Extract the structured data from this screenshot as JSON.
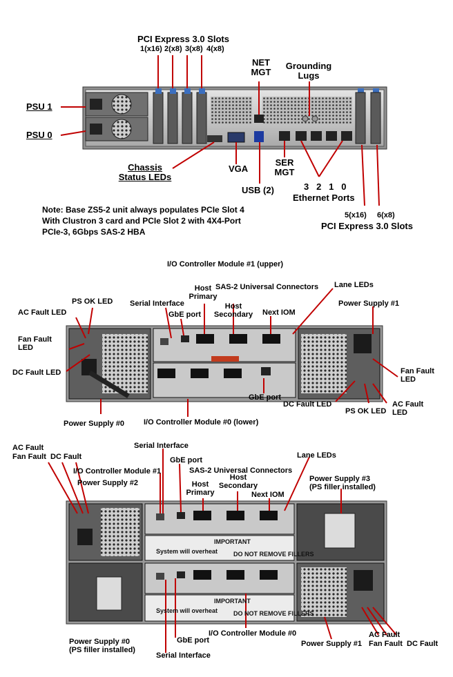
{
  "diagram1": {
    "pcie_top_title": "PCI Express 3.0 Slots",
    "pcie_top_slots": [
      "1(x16)",
      "2(x8)",
      "3(x8)",
      "4(x8)"
    ],
    "net_mgt": [
      "NET",
      "MGT"
    ],
    "grounding_lugs": [
      "Grounding",
      "Lugs"
    ],
    "psu1": "PSU 1",
    "psu0": "PSU 0",
    "chassis_status_leds": [
      "Chassis",
      "Status LEDs"
    ],
    "vga": "VGA",
    "ser_mgt": [
      "SER",
      "MGT"
    ],
    "usb": "USB (2)",
    "ethernet_numbers": "3   2   1   0",
    "ethernet_ports": "Ethernet Ports",
    "pcie_bottom_slots": [
      "5(x16)",
      "6(x8)"
    ],
    "pcie_bottom_title": "PCI Express 3.0 Slots",
    "note": [
      "Note: Base ZS5-2 unit always populates PCIe Slot 4",
      "With Clustron 3 card and PCIe Slot 2 with 4X4-Port",
      "PCIe-3, 6Gbps SAS-2 HBA"
    ]
  },
  "diagram2": {
    "iom1_upper": "I/O Controller Module #1 (upper)",
    "host_primary": [
      "Host",
      "Primary"
    ],
    "sas2_connectors": "SAS-2 Universal Connectors",
    "lane_leds": "Lane LEDs",
    "ps_ok_led": "PS OK LED",
    "serial_interface": "Serial Interface",
    "host_secondary": [
      "Host",
      "Secondary"
    ],
    "power_supply_1": "Power Supply #1",
    "ac_fault_led": "AC Fault LED",
    "gbe_port_top": "GbE port",
    "next_iom": "Next IOM",
    "fan_fault_led_left": [
      "Fan Fault",
      "LED"
    ],
    "dc_fault_led_left": "DC Fault LED",
    "fan_fault_led_right": [
      "Fan Fault",
      "LED"
    ],
    "gbe_port_bottom": "GbE port",
    "dc_fault_led_right": "DC Fault LED",
    "ac_fault_led_right": [
      "AC Fault",
      "LED"
    ],
    "ps_ok_led_right": "PS OK LED",
    "power_supply_0": "Power Supply #0",
    "iom0_lower": "I/O Controller Module #0 (lower)"
  },
  "diagram3": {
    "ac_fault_top": "AC Fault",
    "fan_dc_fault_top": "Fan Fault  DC Fault",
    "serial_interface_top": "Serial Interface",
    "gbe_port_top": "GbE port",
    "lane_leds": "Lane LEDs",
    "iom1": "I/O Controller Module #1",
    "sas2_connectors": "SAS-2 Universal Connectors",
    "power_supply_2": "Power Supply #2",
    "host_secondary": [
      "Host",
      "Secondary"
    ],
    "power_supply_3": [
      "Power Supply #3",
      "(PS filler installed)"
    ],
    "host_primary": [
      "Host",
      "Primary"
    ],
    "next_iom": "Next IOM",
    "power_supply_0": [
      "Power Supply #0",
      "(PS filler installed)"
    ],
    "iom0": "I/O Controller Module #0",
    "gbe_port_bottom": "GbE port",
    "power_supply_1": "Power Supply #1",
    "ac_fault_bottom": "AC Fault",
    "fan_dc_fault_bottom": "Fan Fault  DC Fault",
    "serial_interface_bottom": "Serial Interface",
    "important": "IMPORTANT",
    "do_not_remove": "DO NOT REMOVE FILLERS",
    "system_overheat": "System will overheat"
  }
}
